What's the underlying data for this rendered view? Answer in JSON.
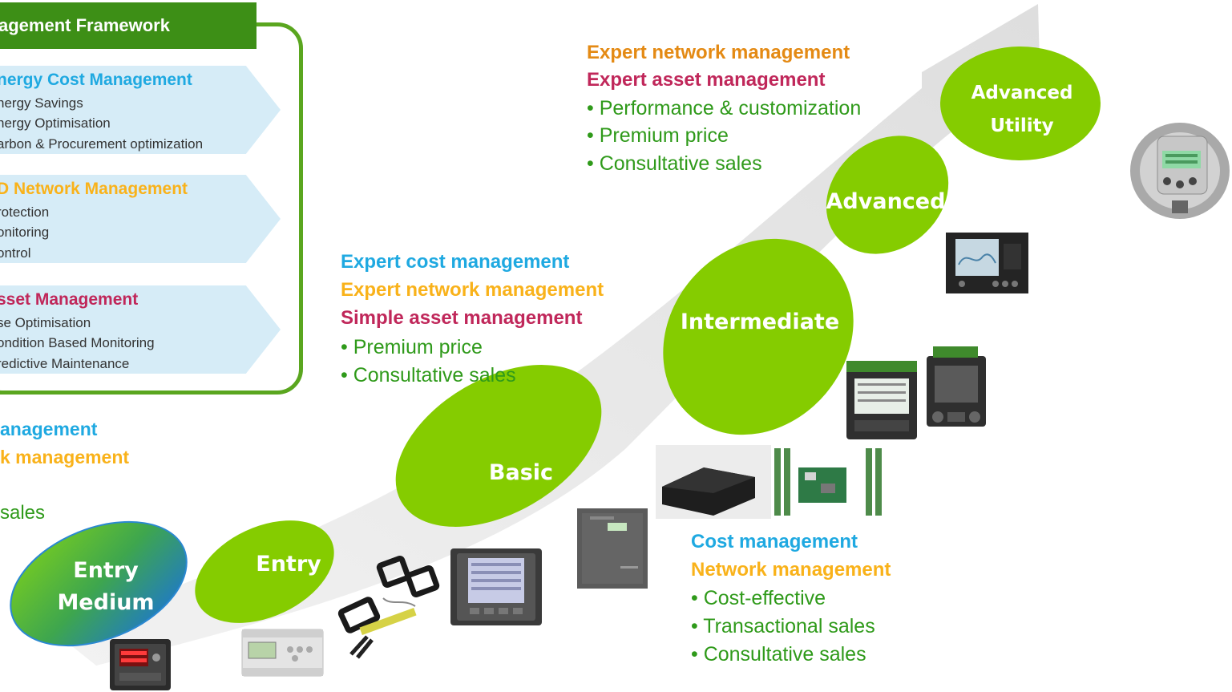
{
  "colors": {
    "green_main": "#85cc00",
    "green_dark": "#3d8f16",
    "blue": "#1fa9e1",
    "orange": "#f9b21a",
    "orange_dark": "#e48a14",
    "crimson": "#c0275a",
    "bullet_green": "#2f9a1a"
  },
  "framework": {
    "title": "agement Framework",
    "sections": [
      {
        "title": "nergy Cost Management",
        "items": [
          "nergy Savings",
          "nergy Optimisation",
          "arbon & Procurement optimization"
        ]
      },
      {
        "title": "D Network Management",
        "items": [
          "rotection",
          "onitoring",
          "ontrol"
        ]
      },
      {
        "title": "sset Management",
        "items": [
          "se Optimisation",
          "ondition Based Monitoring",
          "redictive Maintenance"
        ]
      }
    ]
  },
  "left_partial": {
    "line1": "anagement",
    "line2": "k management",
    "line3": "sales"
  },
  "stages": {
    "entry_medium": "Entry\nMedium",
    "entry_medium_l1": "Entry",
    "entry_medium_l2": "Medium",
    "entry": "Entry",
    "basic": "Basic",
    "intermediate": "Intermediate",
    "advanced": "Advanced",
    "advanced_utility_l1": "Advanced",
    "advanced_utility_l2": "Utility"
  },
  "top_right": {
    "heading1": "Expert network management",
    "heading2": "Expert asset management",
    "bullets": [
      "• Performance & customization",
      "• Premium price",
      "• Consultative sales"
    ]
  },
  "middle": {
    "heading1": "Expert cost management",
    "heading2": "Expert network management",
    "heading3": "Simple asset management",
    "bullets": [
      "• Premium price",
      "• Consultative sales"
    ]
  },
  "bottom_right": {
    "heading1": "Cost management",
    "heading2": "Network management",
    "bullets": [
      "• Cost-effective",
      "• Transactional sales",
      "• Consultative sales"
    ]
  },
  "devices": [
    "power-meter-icon",
    "din-rail-meter-icon",
    "current-transformer-icon",
    "touchscreen-meter-icon",
    "gateway-box-icon",
    "io-module-icon",
    "panel-meter-icon",
    "display-meter-icon",
    "utility-meter-icon"
  ]
}
